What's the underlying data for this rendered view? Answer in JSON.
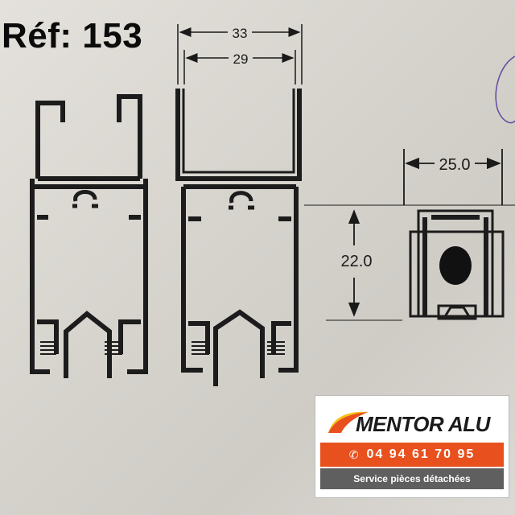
{
  "title": "Réf: 153",
  "dimensions": {
    "outer_width": "33",
    "inner_width": "29",
    "detail_width": "25.0",
    "detail_height": "22.0"
  },
  "logo": {
    "brand": "MENTOR ALU",
    "phone": "04 94 61 70 95",
    "service": "Service pièces détachées",
    "colors": {
      "accent": "#e8501e",
      "swoosh": "#f6c21a",
      "band": "#5f5f5f"
    }
  },
  "icons": [
    "phone-icon",
    "swoosh-logo-icon"
  ]
}
